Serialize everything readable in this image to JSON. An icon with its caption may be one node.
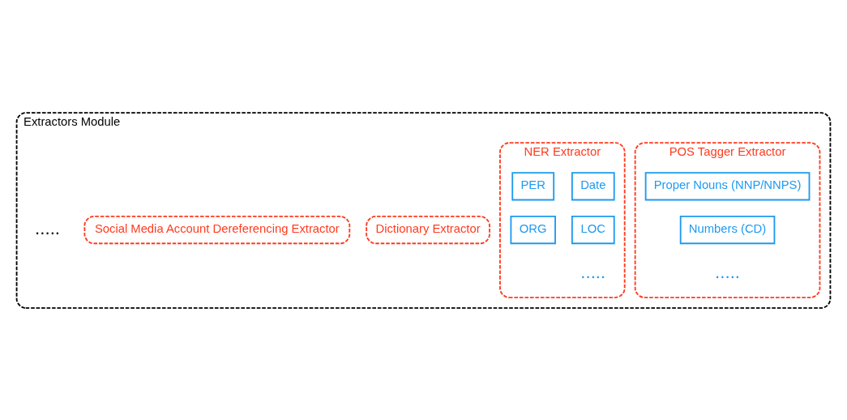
{
  "diagram": {
    "nodes": [
      {
        "text": [
          "Extractors Module"
        ]
      },
      {
        "text": [
          "Dictionary Extractor"
        ],
        "in": 0
      },
      {
        "text": [
          "POS Tagger Extractor"
        ],
        "in": 0
      },
      {
        "text": [
          "Proper Nouns (NNP/NNPS)"
        ],
        "in": 2
      },
      {
        "text": [
          "Numbers (CD)"
        ],
        "in": 2
      },
      {
        "text": [
          "NER Extractor"
        ],
        "in": 0
      },
      {
        "text": [
          "Date"
        ],
        "in": 5
      },
      {
        "text": [
          "PER"
        ],
        "in": 5
      },
      {
        "text": [
          "LOC"
        ],
        "in": 5
      },
      {
        "text": [
          "ORG"
        ],
        "in": 5
      },
      {
        "text": [
          "Social Media Account Dereferencing Extractor"
        ],
        "in": 0
      }
    ],
    "edges": [],
    "labels": [
      ".....",
      ".....",
      "....."
    ]
  }
}
